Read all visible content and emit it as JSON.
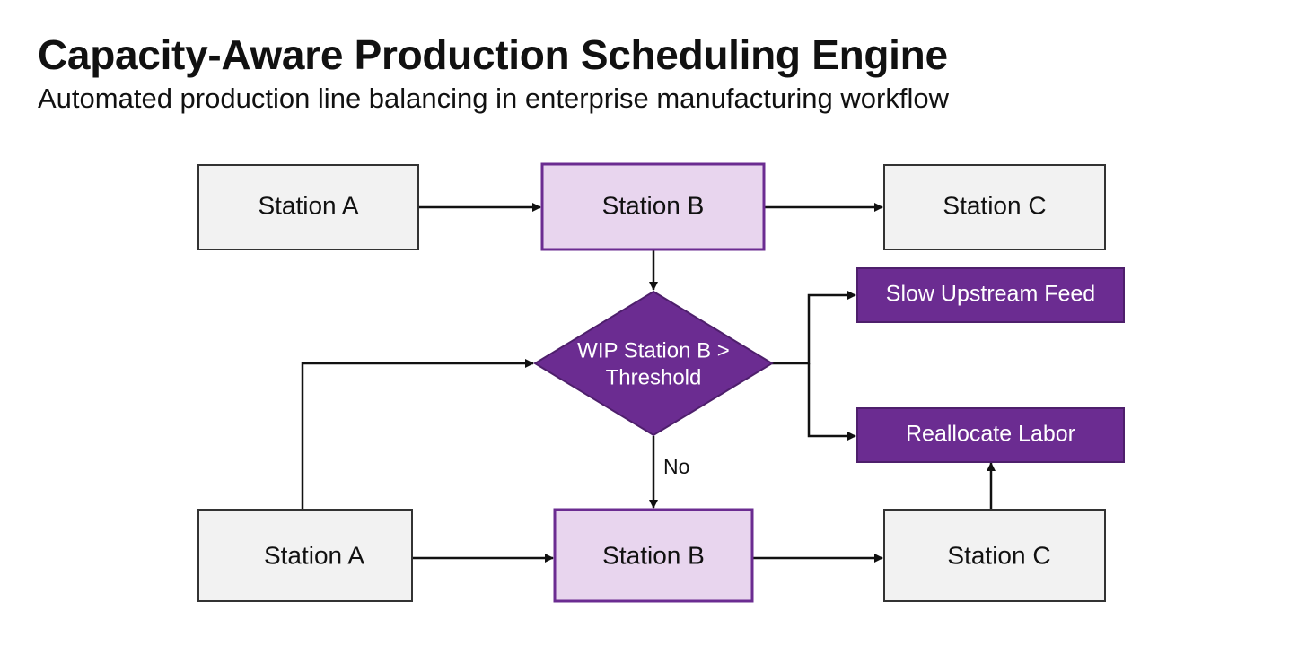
{
  "header": {
    "title": "Capacity-Aware Production Scheduling Engine",
    "subtitle": "Automated production line balancing in enterprise manufacturing workflow"
  },
  "nodes": {
    "station_a_top": "Station A",
    "station_b_top": "Station B",
    "station_c_top": "Station C",
    "decision_line1": "WIP Station B >",
    "decision_line2": "Threshold",
    "slow_feed": "Slow Upstream Feed",
    "reallocate": "Reallocate Labor",
    "station_a_bottom": "Station A",
    "station_b_bottom": "Station B",
    "station_c_bottom": "Station C"
  },
  "edges": {
    "no_label": "No"
  },
  "colors": {
    "neutral_fill": "#f2f2f2",
    "neutral_stroke": "#333333",
    "highlight_fill": "#e8d5ee",
    "highlight_stroke": "#6b2c91",
    "accent_fill": "#6b2c91",
    "accent_text": "#ffffff",
    "arrow": "#111111"
  }
}
